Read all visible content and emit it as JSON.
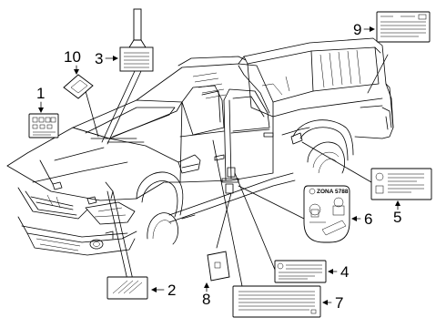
{
  "callouts": {
    "c1": "1",
    "c2": "2",
    "c3": "3",
    "c4": "4",
    "c5": "5",
    "c6": "6",
    "c7": "7",
    "c8": "8",
    "c9": "9",
    "c10": "10"
  },
  "label6": {
    "brand_text": "ZONA 5788"
  },
  "colors": {
    "line": "#000000",
    "background": "#ffffff"
  }
}
